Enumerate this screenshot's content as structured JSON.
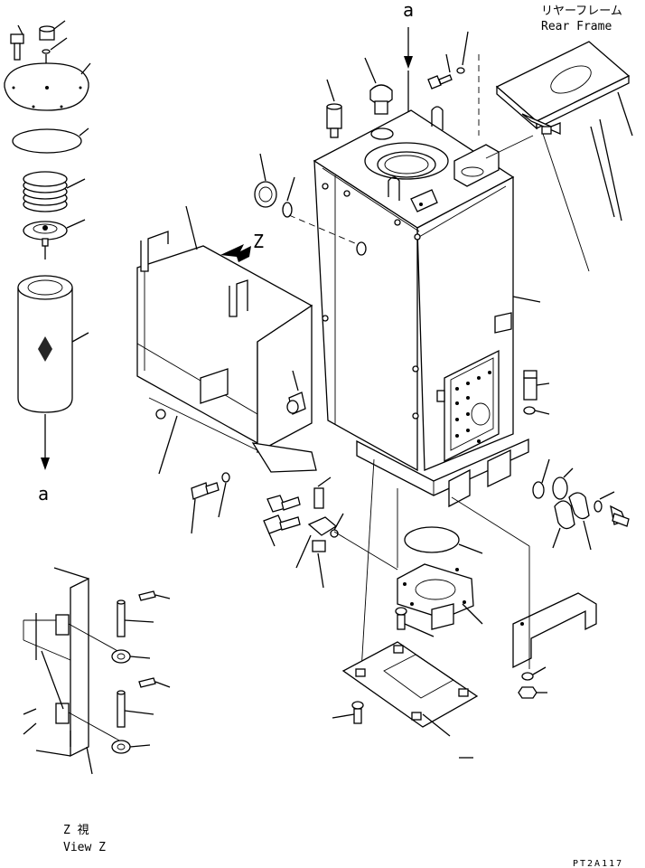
{
  "labels": {
    "rear_frame_jp": "リヤーフレーム",
    "rear_frame_en": "Rear Frame",
    "ref_a_top": "a",
    "ref_a_left": "a",
    "view_marker": "Z",
    "view_z_jp": "Z 視",
    "view_z_en": "View Z",
    "drawing_code": "PT2A117"
  }
}
